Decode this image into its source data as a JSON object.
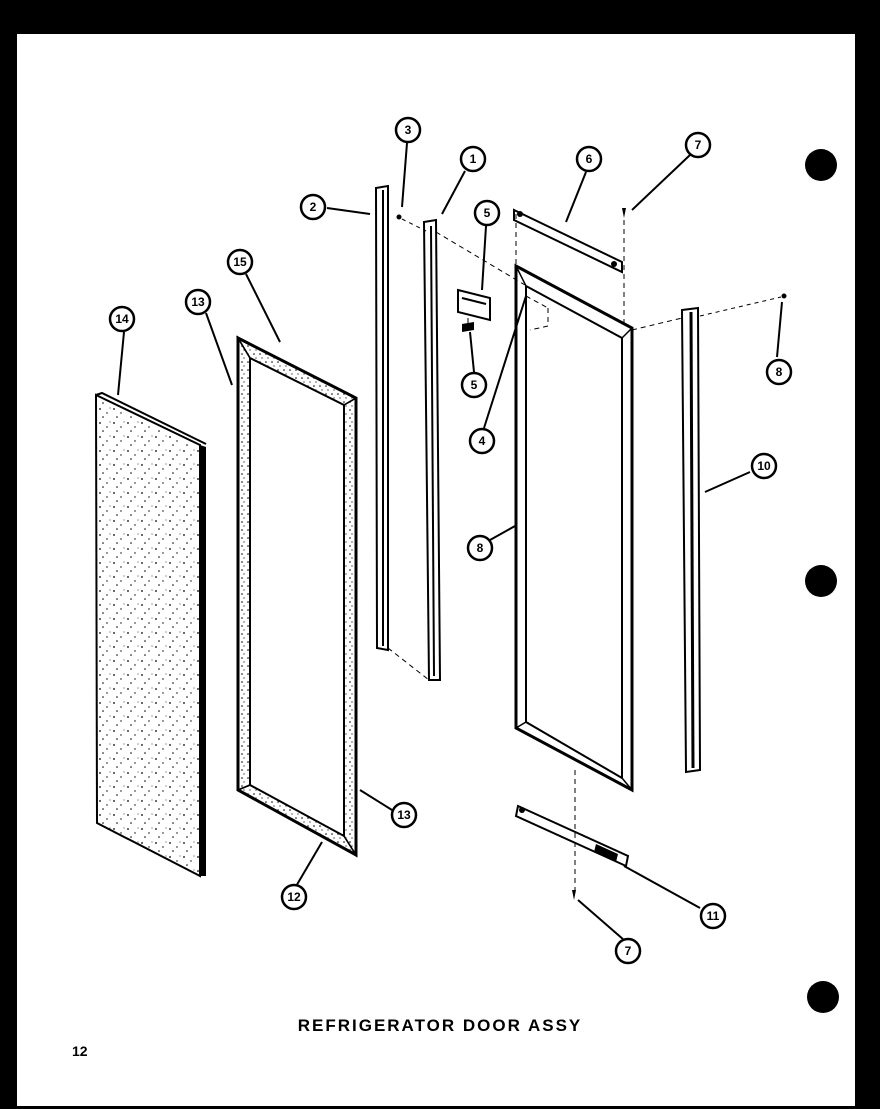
{
  "title": "REFRIGERATOR DOOR ASSY",
  "page_number": "12",
  "callouts": [
    {
      "id": "c1",
      "label": "1"
    },
    {
      "id": "c2",
      "label": "2"
    },
    {
      "id": "c3",
      "label": "3"
    },
    {
      "id": "c4",
      "label": "4"
    },
    {
      "id": "c5a",
      "label": "5"
    },
    {
      "id": "c5b",
      "label": "5"
    },
    {
      "id": "c6",
      "label": "6"
    },
    {
      "id": "c7a",
      "label": "7"
    },
    {
      "id": "c7b",
      "label": "7"
    },
    {
      "id": "c8a",
      "label": "8"
    },
    {
      "id": "c8b",
      "label": "8"
    },
    {
      "id": "c10",
      "label": "10"
    },
    {
      "id": "c11",
      "label": "11"
    },
    {
      "id": "c12",
      "label": "12"
    },
    {
      "id": "c13a",
      "label": "13"
    },
    {
      "id": "c13b",
      "label": "13"
    },
    {
      "id": "c14",
      "label": "14"
    },
    {
      "id": "c15",
      "label": "15"
    }
  ],
  "colors": {
    "ink": "#000000",
    "paper": "#ffffff",
    "background": "#000000"
  }
}
